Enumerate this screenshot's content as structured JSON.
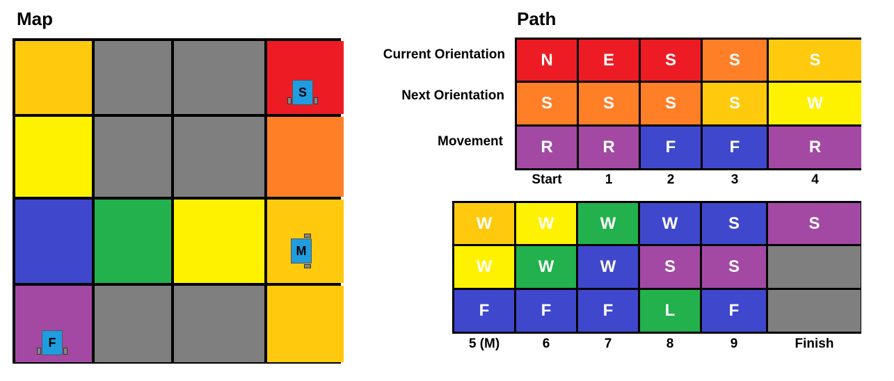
{
  "colors": {
    "red": "#ed1c24",
    "orange": "#ff7f27",
    "gold": "#ffc90e",
    "yellow": "#fff200",
    "gray": "#7f7f7f",
    "blue": "#3f48cc",
    "green": "#22b14c",
    "purple": "#a349a4"
  },
  "map": {
    "title": "Map",
    "cells": [
      [
        "gold",
        "gray",
        "gray",
        "red"
      ],
      [
        "yellow",
        "gray",
        "gray",
        "orange"
      ],
      [
        "blue",
        "green",
        "yellow",
        "gold"
      ],
      [
        "purple",
        "gray",
        "gray",
        "gold"
      ]
    ],
    "robots": [
      {
        "label": "S",
        "row": 0,
        "col": 3
      },
      {
        "label": "M",
        "row": 2,
        "col": 3
      },
      {
        "label": "F",
        "row": 3,
        "col": 0
      }
    ]
  },
  "path": {
    "title": "Path",
    "row_labels": [
      "Current Orientation",
      "Next Orientation",
      "Movement"
    ],
    "table1": {
      "current": [
        {
          "v": "N",
          "c": "red"
        },
        {
          "v": "E",
          "c": "red"
        },
        {
          "v": "S",
          "c": "red"
        },
        {
          "v": "S",
          "c": "orange"
        },
        {
          "v": "S",
          "c": "gold"
        }
      ],
      "next": [
        {
          "v": "S",
          "c": "orange"
        },
        {
          "v": "S",
          "c": "orange"
        },
        {
          "v": "S",
          "c": "orange"
        },
        {
          "v": "S",
          "c": "gold"
        },
        {
          "v": "W",
          "c": "yellow"
        }
      ],
      "movement": [
        {
          "v": "R",
          "c": "purple"
        },
        {
          "v": "R",
          "c": "purple"
        },
        {
          "v": "F",
          "c": "blue"
        },
        {
          "v": "F",
          "c": "blue"
        },
        {
          "v": "R",
          "c": "purple"
        }
      ],
      "steps": [
        "Start",
        "1",
        "2",
        "3",
        "4"
      ]
    },
    "table2": {
      "current": [
        {
          "v": "W",
          "c": "gold"
        },
        {
          "v": "W",
          "c": "yellow"
        },
        {
          "v": "W",
          "c": "green"
        },
        {
          "v": "W",
          "c": "blue"
        },
        {
          "v": "S",
          "c": "blue"
        },
        {
          "v": "S",
          "c": "purple"
        }
      ],
      "next": [
        {
          "v": "W",
          "c": "yellow"
        },
        {
          "v": "W",
          "c": "green"
        },
        {
          "v": "W",
          "c": "blue"
        },
        {
          "v": "S",
          "c": "purple"
        },
        {
          "v": "S",
          "c": "purple"
        },
        {
          "v": "",
          "c": "gray"
        }
      ],
      "movement": [
        {
          "v": "F",
          "c": "blue"
        },
        {
          "v": "F",
          "c": "blue"
        },
        {
          "v": "F",
          "c": "blue"
        },
        {
          "v": "L",
          "c": "green"
        },
        {
          "v": "F",
          "c": "blue"
        },
        {
          "v": "",
          "c": "gray"
        }
      ],
      "steps": [
        "5 (M)",
        "6",
        "7",
        "8",
        "9",
        "Finish"
      ]
    }
  }
}
